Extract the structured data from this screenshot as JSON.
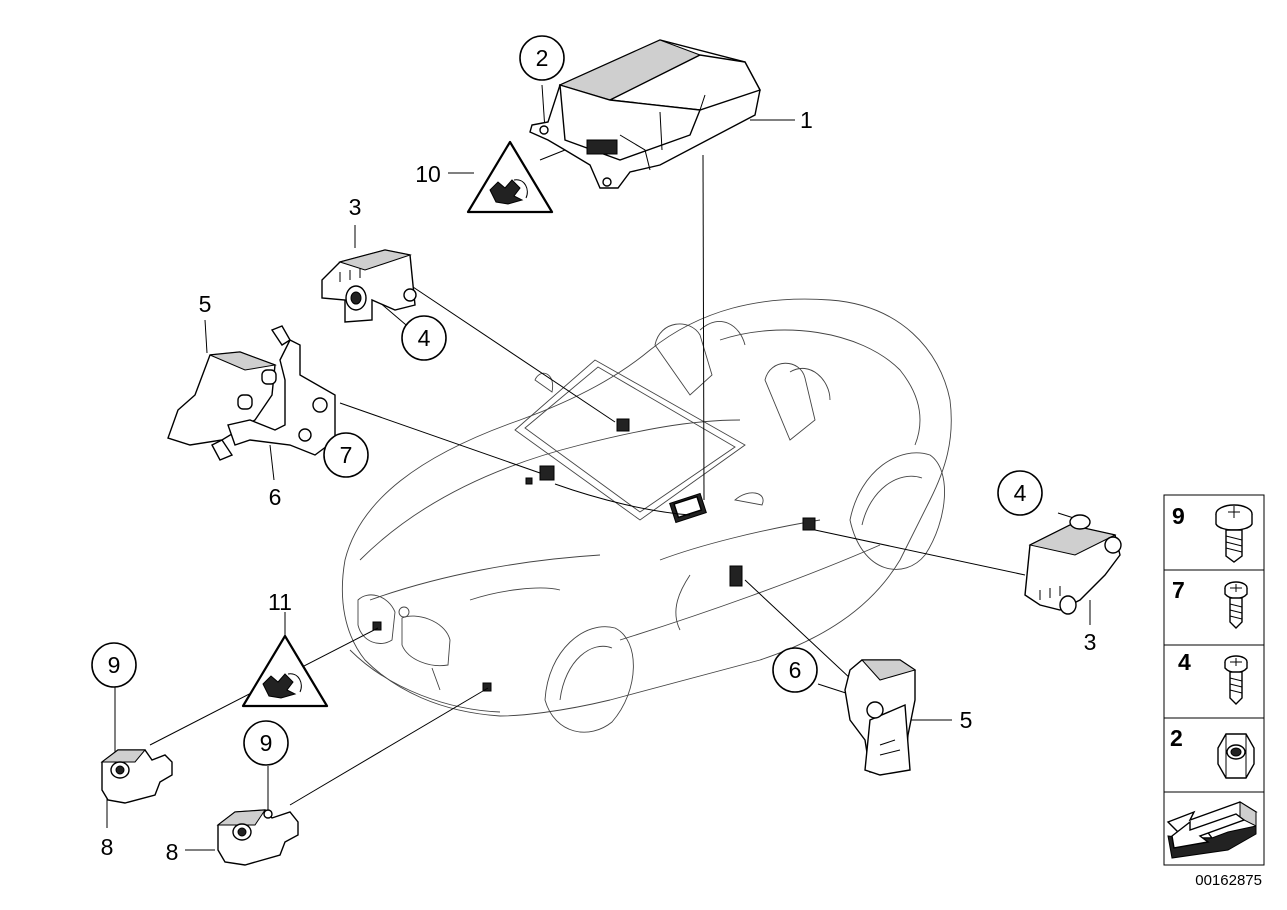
{
  "diagram": {
    "reference_code": "00162875",
    "callouts": {
      "c1": "1",
      "c2": "2",
      "c3a": "3",
      "c3b": "3",
      "c4a": "4",
      "c4b": "4",
      "c5a": "5",
      "c5b": "5",
      "c6a": "6",
      "c6b": "6",
      "c7": "7",
      "c8a": "8",
      "c8b": "8",
      "c9a": "9",
      "c9b": "9",
      "c10": "10",
      "c11": "11"
    },
    "legend": [
      "9",
      "7",
      "4",
      "2"
    ]
  }
}
